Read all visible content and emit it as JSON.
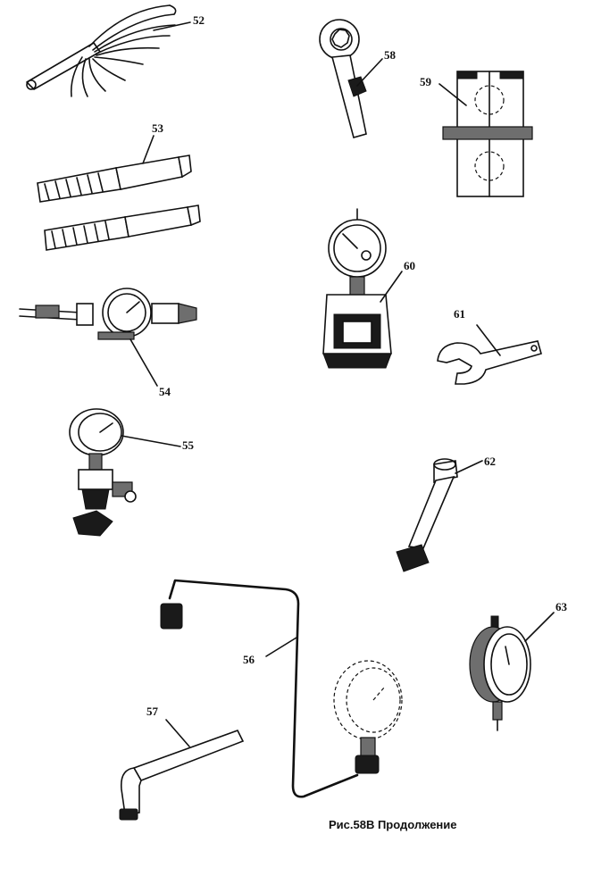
{
  "figure": {
    "caption": "Рис.58В Продолжение"
  },
  "items": [
    {
      "number": "52",
      "icon": "feeler-gauge-icon"
    },
    {
      "number": "53",
      "icon": "reamer-icon"
    },
    {
      "number": "54",
      "icon": "dial-indicator-holder-icon"
    },
    {
      "number": "55",
      "icon": "pressure-gauge-valve-icon"
    },
    {
      "number": "56",
      "icon": "pressure-gauge-tube-icon"
    },
    {
      "number": "57",
      "icon": "l-socket-wrench-icon"
    },
    {
      "number": "58",
      "icon": "ring-spanner-icon"
    },
    {
      "number": "59",
      "icon": "clamp-block-icon"
    },
    {
      "number": "60",
      "icon": "dial-indicator-fixture-icon"
    },
    {
      "number": "61",
      "icon": "open-end-wrench-icon"
    },
    {
      "number": "62",
      "icon": "socket-wrench-icon"
    },
    {
      "number": "63",
      "icon": "dial-indicator-icon"
    }
  ]
}
